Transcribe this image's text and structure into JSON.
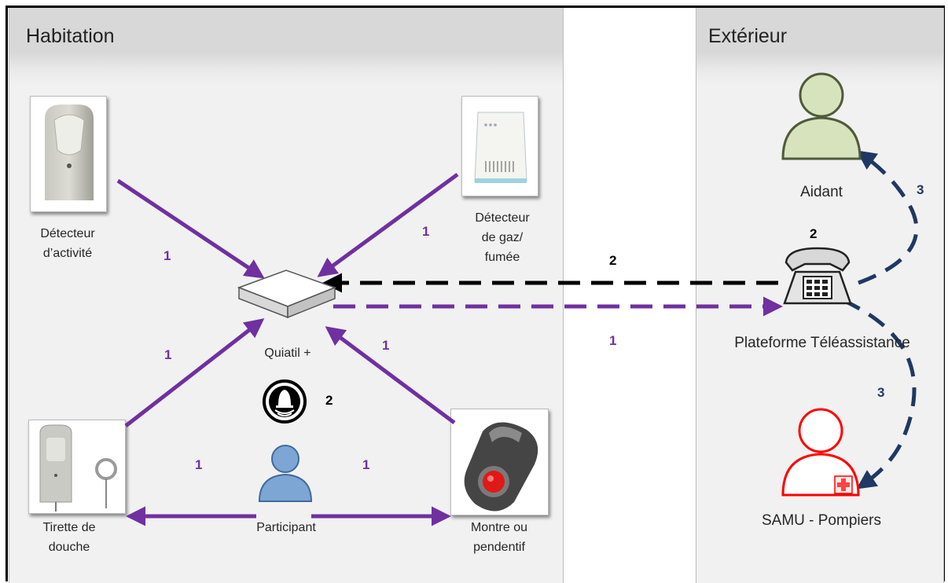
{
  "panels": {
    "habitation_title": "Habitation",
    "exterieur_title": "Extérieur"
  },
  "devices": {
    "detecteur_activite": "Détecteur\nd’activité",
    "detecteur_gaz": "Détecteur\nde gaz/\nfumée",
    "quiatil": "Quiatil +",
    "tirette": "Tirette de\ndouche",
    "participant": "Participant",
    "montre": "Montre ou\npendentif"
  },
  "external": {
    "aidant": "Aidant",
    "plateforme": "Plateforme Téléassistance",
    "samu": "SAMU - Pompiers"
  },
  "step_labels": {
    "one": "1",
    "two": "2",
    "three": "3"
  },
  "colors": {
    "purple": "#7030a0",
    "black": "#000000",
    "navy": "#1f3864",
    "aidant_green": "#d6e3bc",
    "participant_blue": "#7ea6d4",
    "samu_red": "#ff0000"
  }
}
